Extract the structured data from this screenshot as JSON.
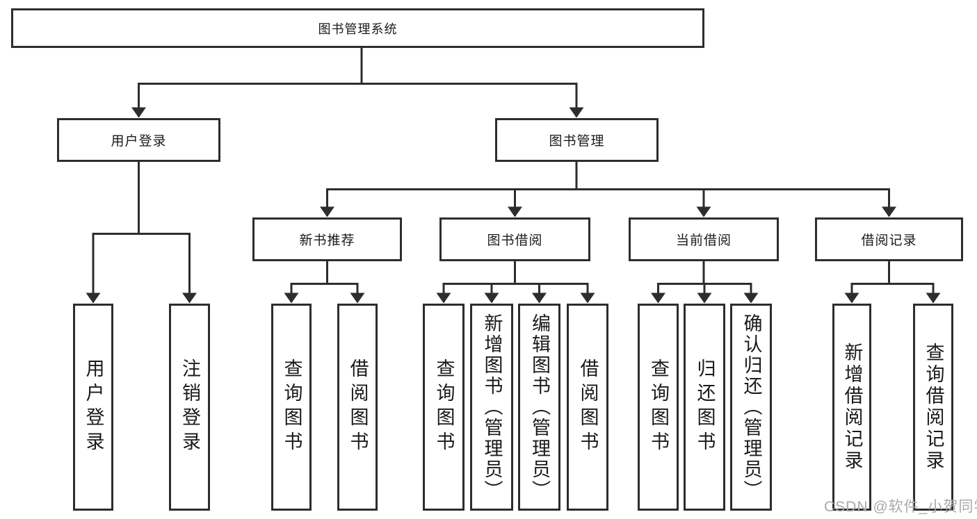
{
  "colors": {
    "line": "#2d2d2d",
    "box_border": "#2d2d2d",
    "text": "#1a1a1a",
    "background": "#ffffff",
    "watermark": "#a9a9a9"
  },
  "watermark": "CSDN @软件_小贺同学",
  "tree": {
    "root": "图书管理系统",
    "children": [
      {
        "label": "用户登录",
        "children": [
          "用户登录",
          "注销登录"
        ]
      },
      {
        "label": "图书管理",
        "children": [
          {
            "label": "新书推荐",
            "children": [
              "查询图书",
              "借阅图书"
            ]
          },
          {
            "label": "图书借阅",
            "children": [
              "查询图书",
              "新增图书（管理员）",
              "编辑图书（管理员）",
              "借阅图书"
            ]
          },
          {
            "label": "当前借阅",
            "children": [
              "查询图书",
              "归还图书",
              "确认归还（管理员）"
            ]
          },
          {
            "label": "借阅记录",
            "children": [
              "新增借阅记录",
              "查询借阅记录"
            ]
          }
        ]
      }
    ]
  }
}
